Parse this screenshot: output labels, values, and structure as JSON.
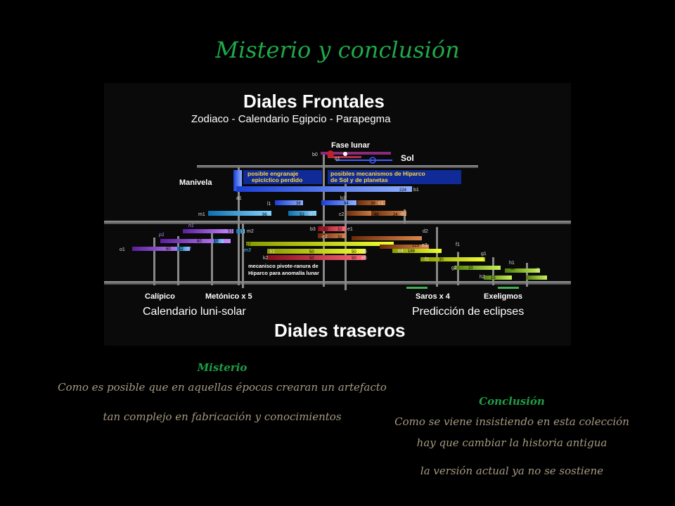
{
  "page": {
    "title": "Misterio y conclusión",
    "background": "#000000",
    "accent_color": "#1fa94a",
    "body_text_color": "#a79a82"
  },
  "diagram": {
    "title": "Diales Frontales",
    "subtitle": "Zodiaco - Calendario Egipcio - Parapegma",
    "labels": {
      "fase_lunar": "Fase lunar",
      "sol": "Sol",
      "manivela": "Manivela",
      "epicyclic": [
        "posible engranaje",
        "epicíclico perdido"
      ],
      "hiparco": [
        "posibles mecanismos de Hiparco",
        "de Sol y de planetas"
      ],
      "pin_slot": [
        "mecanisco pivote-ranura de",
        "Hiparco para anomalía lunar"
      ],
      "calipico": "Calípico",
      "metonico": "Metónico x 5",
      "saros": "Saros x 4",
      "exeligmos": "Exeligmos",
      "luni_solar": "Calendario luni-solar",
      "eclipses": "Predicción de eclipses",
      "rear": "Diales traseros"
    },
    "gears": [
      {
        "label": "b0",
        "teeth": ""
      },
      {
        "label": "q1",
        "teeth": ""
      },
      {
        "label": "a1",
        "teeth": ""
      },
      {
        "label": "b1",
        "teeth": "224"
      },
      {
        "label": "b2",
        "teeth": ""
      },
      {
        "label": "l1",
        "teeth": "38"
      },
      {
        "label": "c1",
        "teeth": "64"
      },
      {
        "label": "",
        "teeth": "38"
      },
      {
        "label": "c2",
        "teeth": ""
      },
      {
        "label": "d1",
        "teeth": "24"
      },
      {
        "label": "",
        "teeth": "48"
      },
      {
        "label": "m1",
        "teeth": "96"
      },
      {
        "label": "l2",
        "teeth": "53"
      },
      {
        "label": "n1",
        "teeth": ""
      },
      {
        "label": "m2",
        "teeth": "15"
      },
      {
        "label": "",
        "teeth": "53"
      },
      {
        "label": "b3",
        "teeth": "32"
      },
      {
        "label": "e1",
        "teeth": "32"
      },
      {
        "label": "e2",
        "teeth": "32"
      },
      {
        "label": "d2",
        "teeth": "127"
      },
      {
        "label": "p1",
        "teeth": ""
      },
      {
        "label": "n2",
        "teeth": "15"
      },
      {
        "label": "",
        "teeth": "60"
      },
      {
        "label": "m3",
        "teeth": "27"
      },
      {
        "label": "e3",
        "teeth": "223"
      },
      {
        "label": "o1",
        "teeth": "60"
      },
      {
        "label": "p2",
        "teeth": "12"
      },
      {
        "label": "k1",
        "teeth": "50"
      },
      {
        "label": "e5",
        "teeth": "50"
      },
      {
        "label": "e4",
        "teeth": "188"
      },
      {
        "label": "f1",
        "teeth": "53"
      },
      {
        "label": "k2",
        "teeth": "50"
      },
      {
        "label": "e6",
        "teeth": "50"
      },
      {
        "label": "f2",
        "teeth": "30"
      },
      {
        "label": "g1",
        "teeth": "54"
      },
      {
        "label": "h1",
        "teeth": "60"
      },
      {
        "label": "g2",
        "teeth": "20"
      },
      {
        "label": "h2",
        "teeth": "15"
      },
      {
        "label": "i1",
        "teeth": ""
      }
    ]
  },
  "misterio": {
    "heading": "Misterio",
    "lines": [
      "Como es posible que en aquellas épocas crearan un artefacto",
      "tan complejo en fabricación y conocimientos"
    ]
  },
  "conclusion": {
    "heading": "Conclusión",
    "lines": [
      "Como se viene insistiendo en esta colección",
      "hay que cambiar la historia antigua",
      "la versión actual ya no se sostiene"
    ]
  }
}
